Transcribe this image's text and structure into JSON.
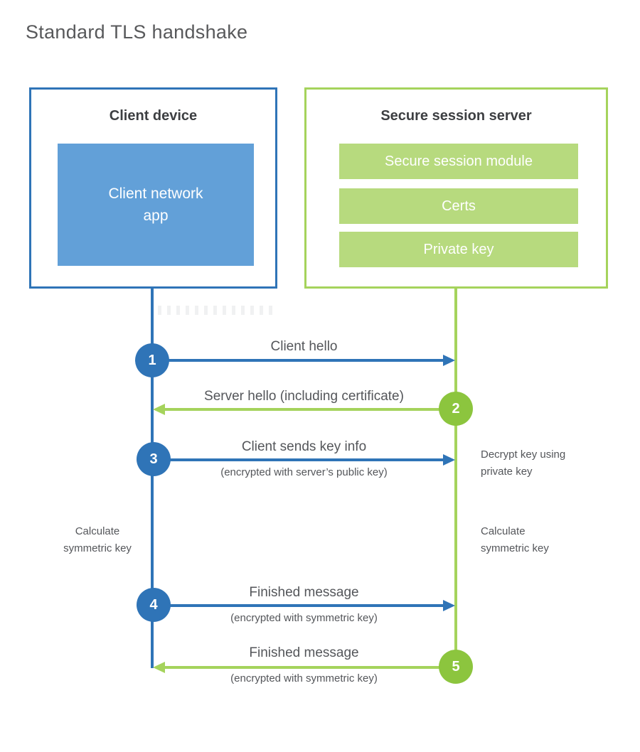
{
  "title": "Standard TLS handshake",
  "client_box": {
    "title": "Client device",
    "app_label": "Client network app"
  },
  "server_box": {
    "title": "Secure session server",
    "modules": [
      "Secure session module",
      "Certs",
      "Private key"
    ]
  },
  "messages": [
    {
      "number": "1",
      "direction": "client-to-server",
      "label": "Client hello",
      "sublabel": ""
    },
    {
      "number": "2",
      "direction": "server-to-client",
      "label": "Server hello (including certificate)",
      "sublabel": ""
    },
    {
      "number": "3",
      "direction": "client-to-server",
      "label": "Client sends key info",
      "sublabel": "(encrypted with server’s public key)"
    },
    {
      "number": "4",
      "direction": "client-to-server",
      "label": "Finished message",
      "sublabel": "(encrypted with symmetric key)"
    },
    {
      "number": "5",
      "direction": "server-to-client",
      "label": "Finished message",
      "sublabel": "(encrypted with symmetric key)"
    }
  ],
  "notes": {
    "decrypt": [
      "Decrypt key using",
      "private key"
    ],
    "calc_client": [
      "Calculate",
      "symmetric key"
    ],
    "calc_server": [
      "Calculate",
      "symmetric key"
    ]
  },
  "colors": {
    "blue": "#2f74b7",
    "blue_fill": "#62a0d8",
    "green_circle": "#8cc53e",
    "green_line": "#a5d35c",
    "green_fill": "#b7da7e",
    "heading_text": "#3d3f42",
    "label_text": "#54565a"
  }
}
